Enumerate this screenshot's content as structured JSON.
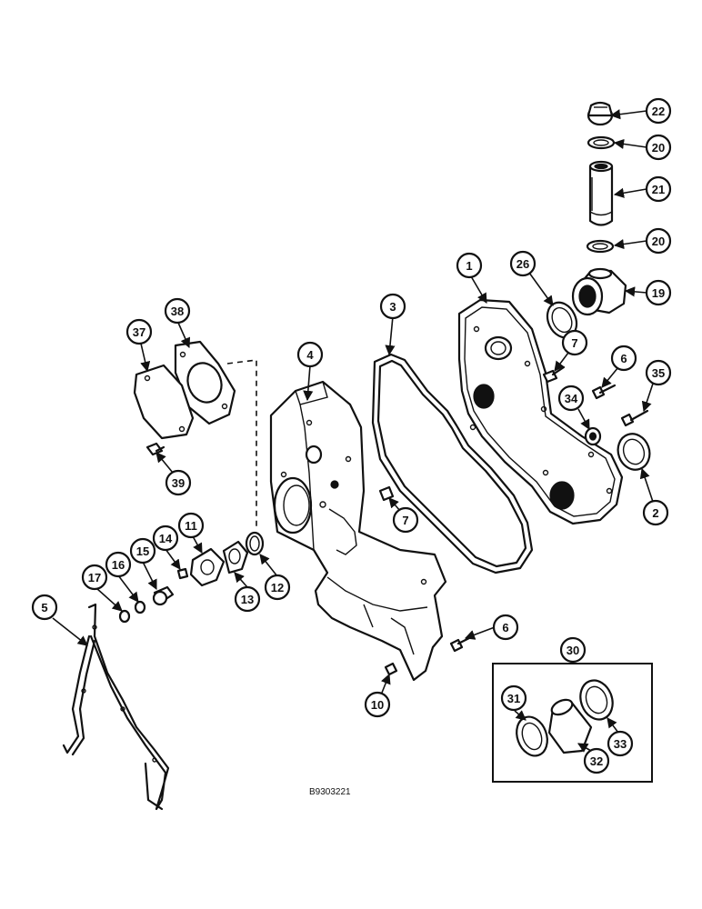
{
  "callouts": {
    "c1": "1",
    "c2": "2",
    "c3": "3",
    "c4": "4",
    "c5": "5",
    "c6a": "6",
    "c6b": "6",
    "c7a": "7",
    "c7b": "7",
    "c10": "10",
    "c11": "11",
    "c12": "12",
    "c13": "13",
    "c14": "14",
    "c15": "15",
    "c16": "16",
    "c17": "17",
    "c19": "19",
    "c20a": "20",
    "c20b": "20",
    "c21": "21",
    "c22": "22",
    "c26": "26",
    "c30": "30",
    "c31": "31",
    "c32": "32",
    "c33": "33",
    "c34": "34",
    "c35": "35",
    "c37": "37",
    "c38": "38",
    "c39": "39"
  },
  "drawing_code": "B9303221",
  "colors": {
    "ink": "#111111",
    "paper": "#ffffff"
  }
}
